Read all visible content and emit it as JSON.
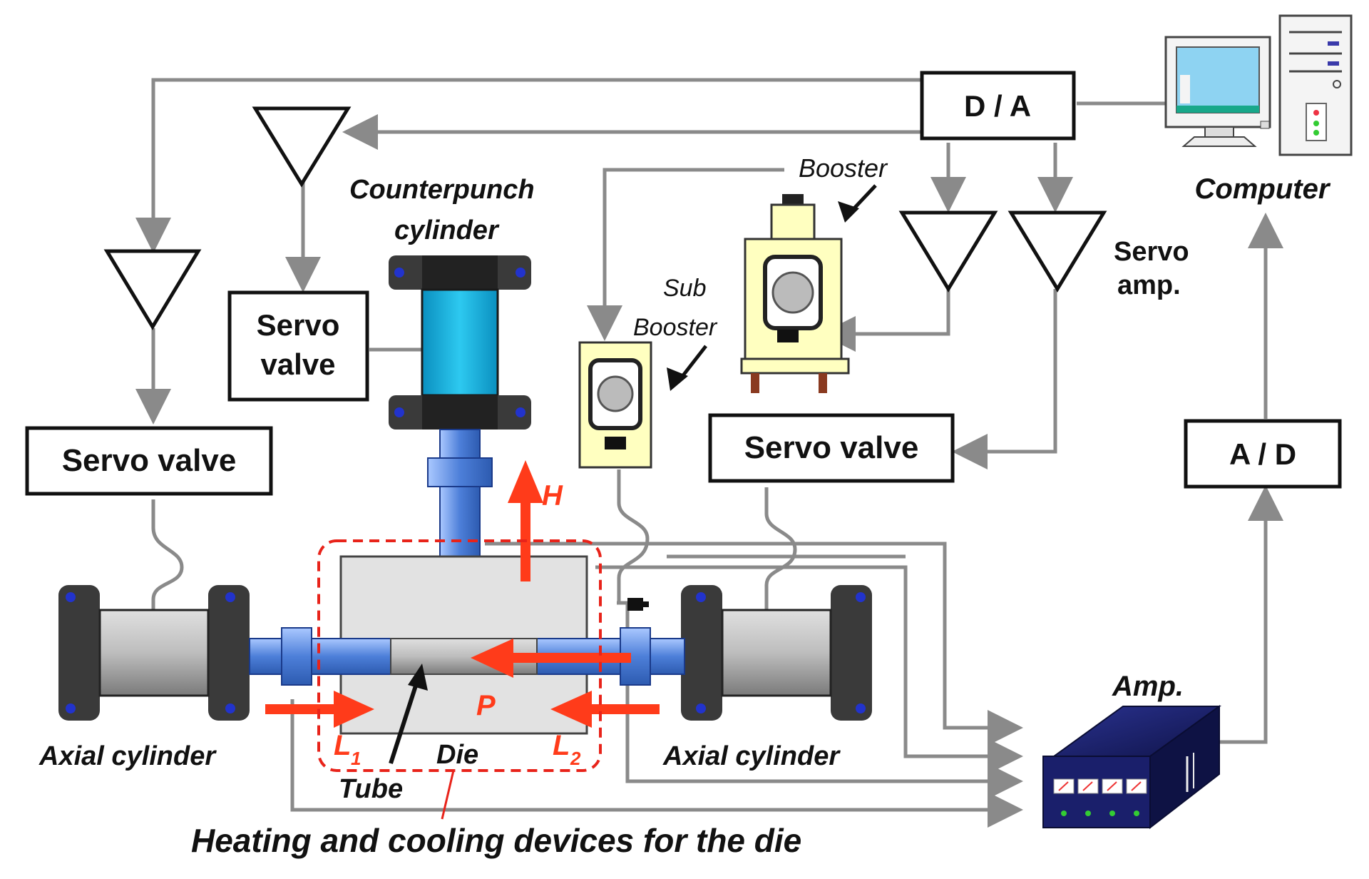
{
  "labels": {
    "da": "D / A",
    "ad": "A / D",
    "computer": "Computer",
    "servo_amp_line1": "Servo",
    "servo_amp_line2": "amp.",
    "booster": "Booster",
    "sub_booster_line1": "Sub",
    "sub_booster_line2": "Booster",
    "counterpunch_line1": "Counterpunch",
    "counterpunch_line2": "cylinder",
    "servo_valve_left": "Servo valve",
    "servo_valve_top_line1": "Servo",
    "servo_valve_top_line2": "valve",
    "servo_valve_right": "Servo valve",
    "axial_cylinder_left": "Axial cylinder",
    "axial_cylinder_right": "Axial cylinder",
    "amp": "Amp.",
    "die": "Die",
    "tube": "Tube",
    "force_h": "H",
    "force_p": "P",
    "force_l1": "L",
    "force_l1_sub": "1",
    "force_l2": "L",
    "force_l2_sub": "2",
    "caption": "Heating and cooling devices for the die"
  },
  "colors": {
    "signal_line": "#8a8a8a",
    "force_arrow": "#ff3b1a",
    "die_outline": "#e8231a",
    "cylinder_body": "#3a3a3a",
    "counterpunch_fill": "#1eb6e0",
    "tube_blue": "#6a9be8",
    "booster_fill": "#ffffc0",
    "amp_body": "#1a1f6b"
  }
}
